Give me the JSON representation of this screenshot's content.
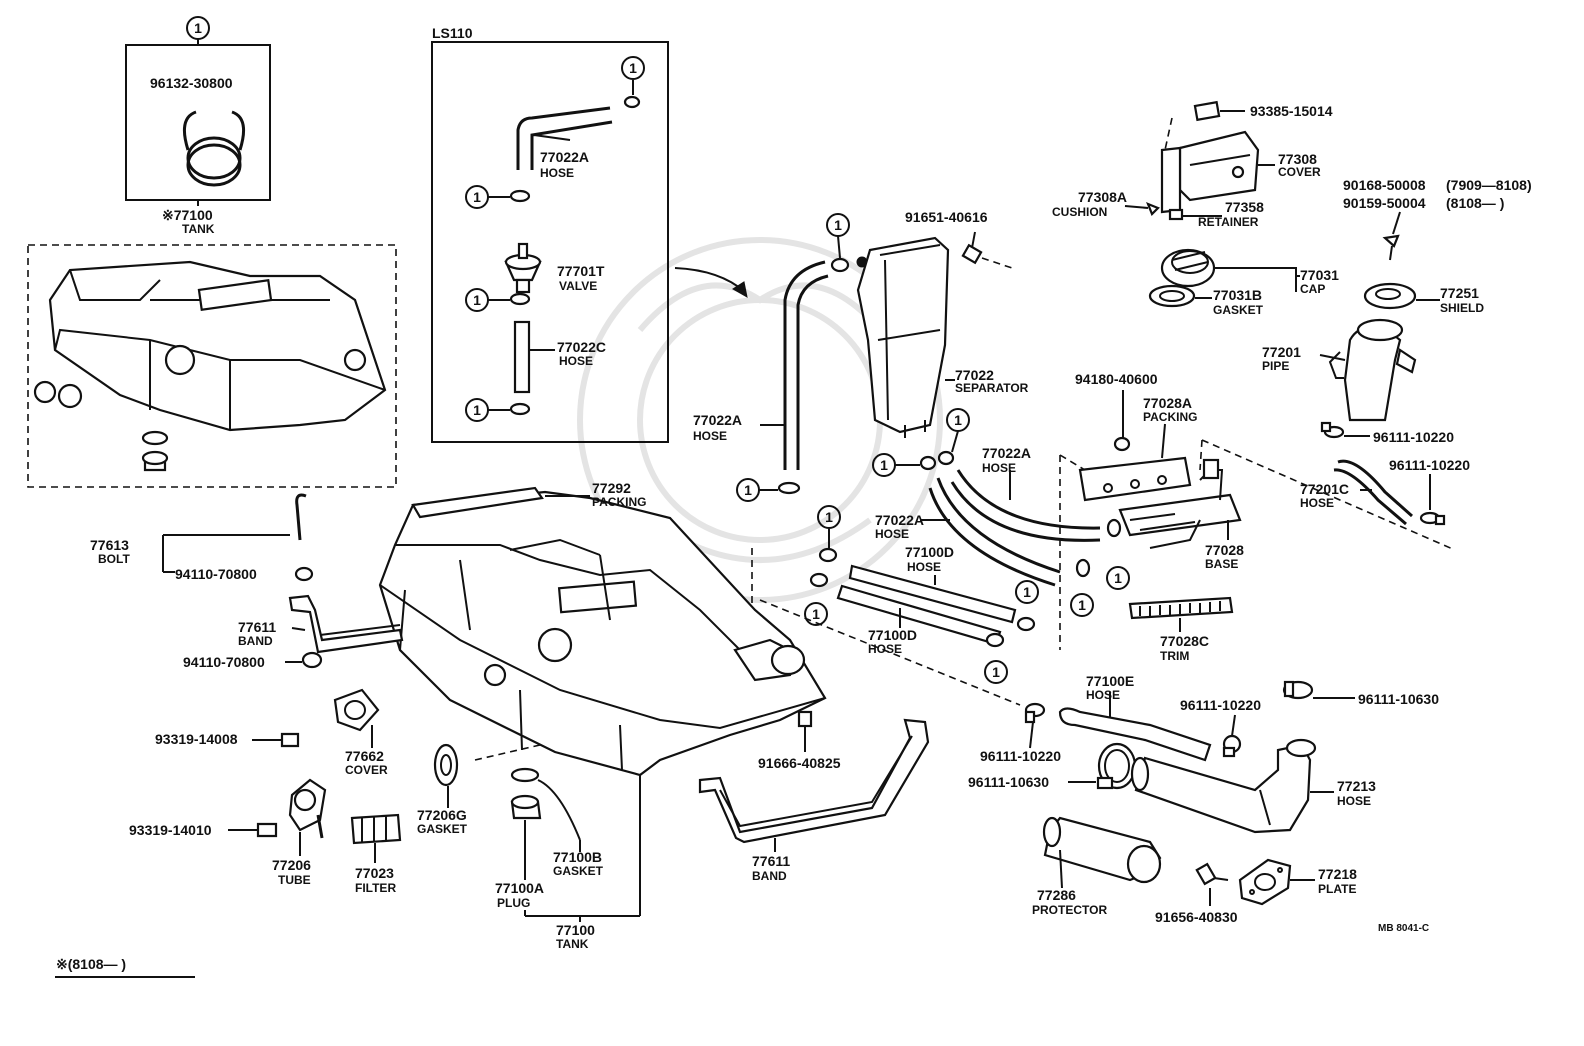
{
  "callout_marker": "1",
  "inset_title": "LS110",
  "footnote": "※(8108—    )",
  "doc_code": "MB 8041-C",
  "parts": {
    "clip_96132": "96132-30800",
    "tank_asm_num": "※77100",
    "tank_asm_name": "TANK",
    "hose_77022A_inset": "77022A",
    "hose_name": "HOSE",
    "valve_num": "77701T",
    "valve_name": "VALVE",
    "hose_77022C": "77022C",
    "bolt_93385": "93385-15014",
    "cover_num": "77308",
    "cover_name": "COVER",
    "cushion_num": "77308A",
    "cushion_name": "CUSHION",
    "retainer_num": "77358",
    "retainer_name": "RETAINER",
    "screw_a": "90168-50008",
    "screw_a_range": "(7909—8108)",
    "screw_b": "90159-50004",
    "screw_b_range": "(8108—        )",
    "bolt_91651": "91651-40616",
    "cap_num": "77031",
    "cap_name": "CAP",
    "gasket_cap_num": "77031B",
    "gasket_name": "GASKET",
    "shield_num": "77251",
    "shield_name": "SHIELD",
    "pipe_num": "77201",
    "pipe_name": "PIPE",
    "separator_num": "77022",
    "separator_name": "SEPARATOR",
    "nut_94180": "94180-40600",
    "packing_base_num": "77028A",
    "packing_name": "PACKING",
    "hose_77022A_sep": "77022A",
    "hose_77022A_left": "77022A",
    "clamp_96111_a": "96111-10220",
    "clamp_96111_b": "96111-10220",
    "hose_77201C": "77201C",
    "packing_num": "77292",
    "hose_77022A_mid": "77022A",
    "hose_77100D_a": "77100D",
    "hose_77100D_b": "77100D",
    "base_num": "77028",
    "base_name": "BASE",
    "trim_num": "77028C",
    "trim_name": "TRIM",
    "bolt_num": "77613",
    "bolt_name": "BOLT",
    "nut_94110_a": "94110-70800",
    "band_num_a": "77611",
    "band_name": "BAND",
    "nut_94110_b": "94110-70800",
    "bolt_93319_a": "93319-14008",
    "cover2_num": "77662",
    "cover2_name": "COVER",
    "gasket_num": "77206G",
    "bolt_93319_b": "93319-14010",
    "tube_num": "77206",
    "tube_name": "TUBE",
    "filter_num": "77023",
    "filter_name": "FILTER",
    "gasket_b_num": "77100B",
    "plug_num": "77100A",
    "plug_name": "PLUG",
    "tank_num": "77100",
    "tank_name": "TANK",
    "bolt_91666": "91666-40825",
    "band_num_b": "77611",
    "hose_77100E": "77100E",
    "clamp_96111_c": "96111-10220",
    "clamp_96111_d": "96111-10220",
    "clamp_96111_10630_a": "96111-10630",
    "clamp_96111_10630_b": "96111-10630",
    "hose_77213": "77213",
    "protector_num": "77286",
    "protector_name": "PROTECTOR",
    "plate_num": "77218",
    "plate_name": "PLATE",
    "bolt_91656": "91656-40830"
  }
}
